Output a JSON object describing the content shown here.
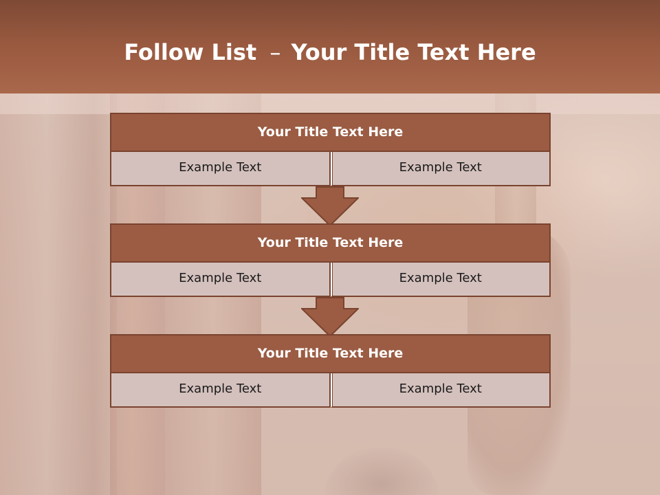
{
  "slide": {
    "title_bold": "Follow List",
    "title_separator": "–",
    "title_rest": "Your Title Text Here"
  },
  "blocks": [
    {
      "title": "Your Title Text Here",
      "cells": [
        "Example Text",
        "Example Text"
      ]
    },
    {
      "title": "Your Title Text Here",
      "cells": [
        "Example Text",
        "Example Text"
      ]
    },
    {
      "title": "Your Title Text Here",
      "cells": [
        "Example Text",
        "Example Text"
      ]
    }
  ],
  "colors": {
    "header": "#9a5a40",
    "block_title": "#9b5c43",
    "block_border": "#7a432f",
    "cell_fill": "#d4c1bd",
    "arrow_fill": "#9b5c43"
  }
}
